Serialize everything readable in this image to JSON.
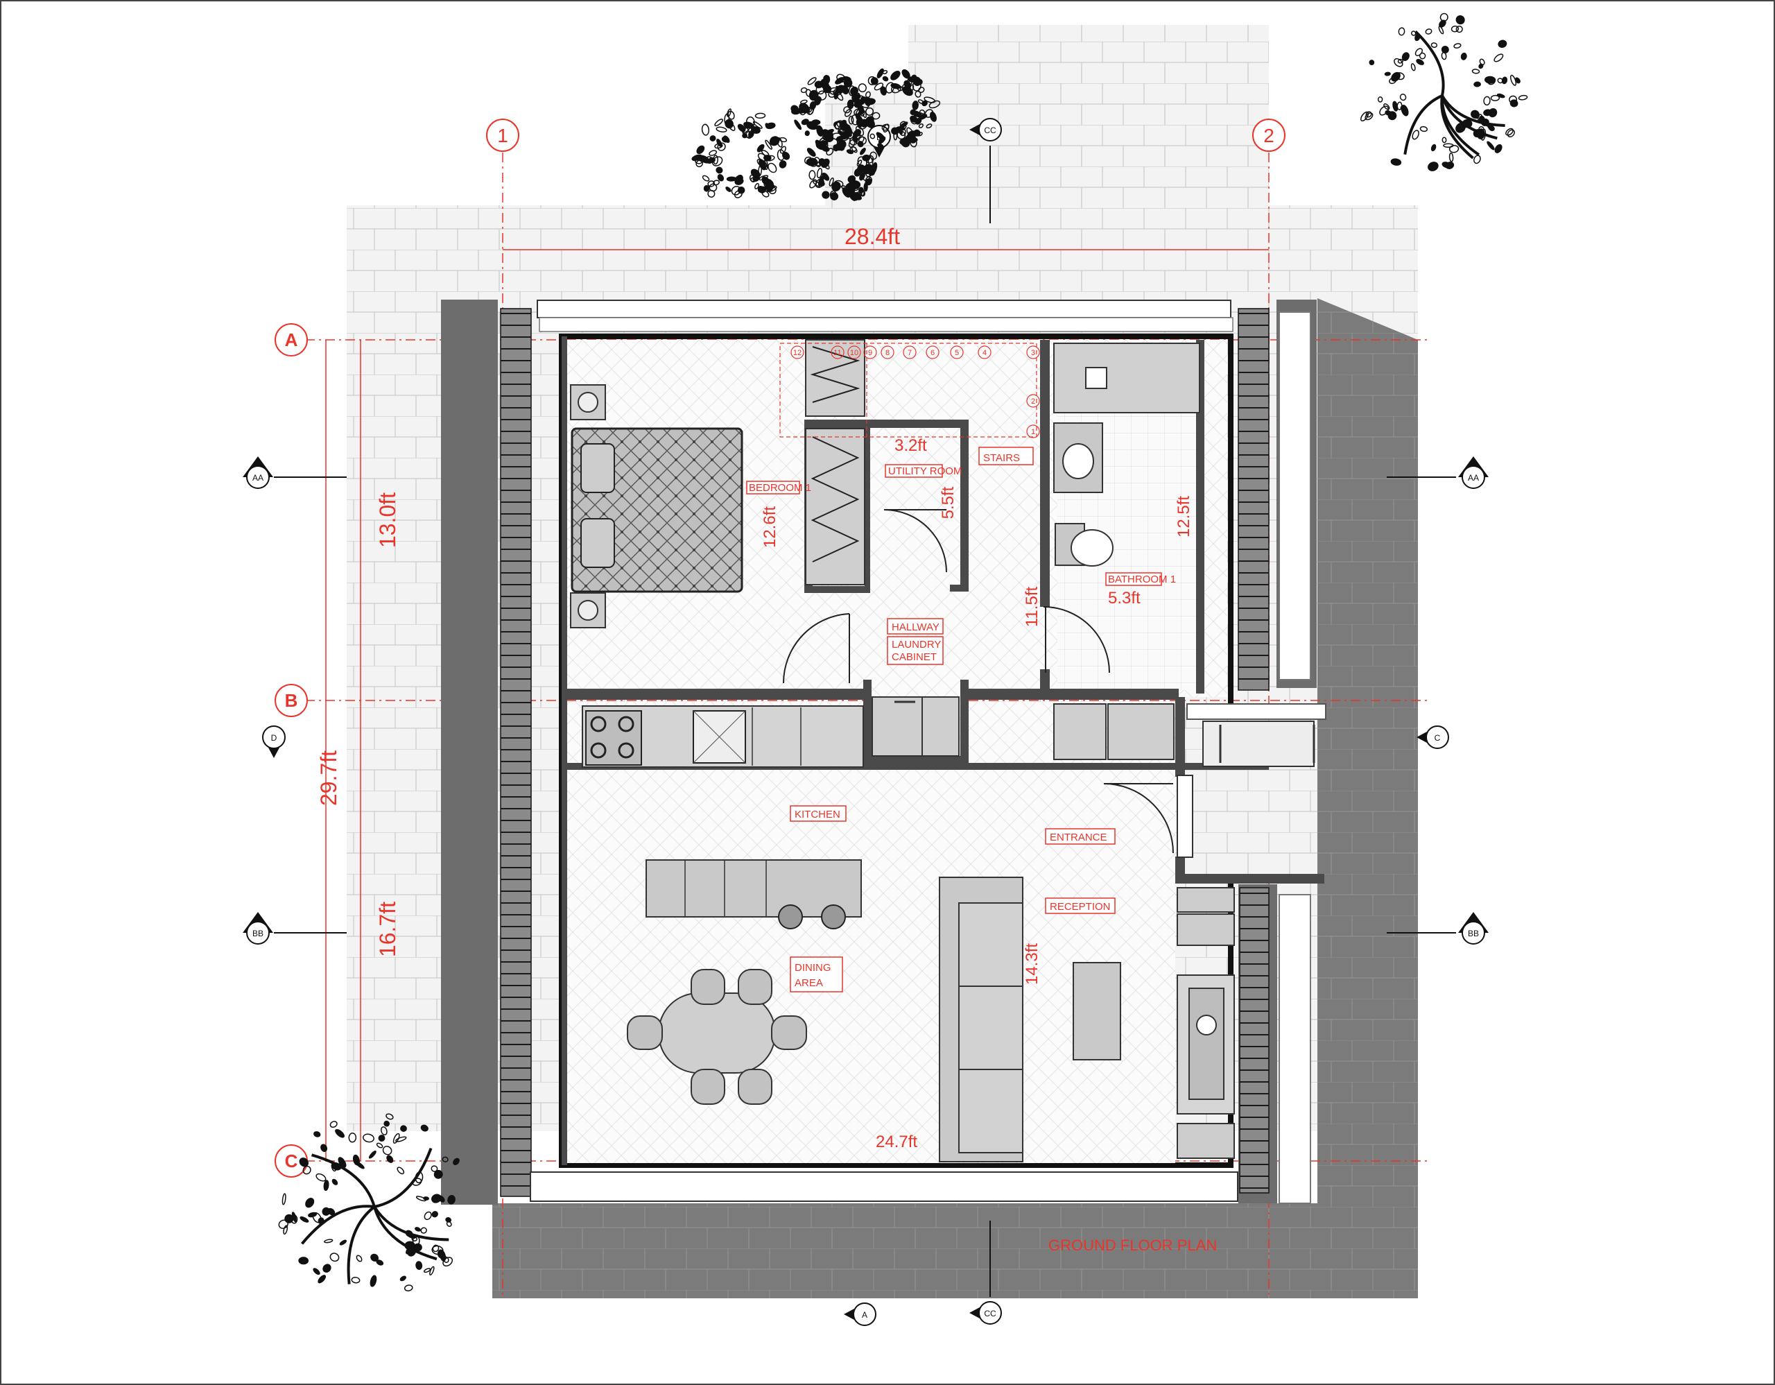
{
  "grid": {
    "columns": [
      "1",
      "2"
    ],
    "rows": [
      "A",
      "B",
      "C"
    ]
  },
  "dimensions": {
    "overall_width": "28.4ft",
    "overall_depth": "29.7ft",
    "front_depth": "13.0ft",
    "rear_depth": "16.7ft",
    "utility_width": "3.2ft",
    "utility_depth": "5.5ft",
    "bedroom_depth": "12.6ft",
    "bathroom_depth": "12.5ft",
    "bathroom_width": "5.3ft",
    "hall_depth": "11.5ft",
    "living_depth": "14.3ft",
    "living_width": "24.7ft"
  },
  "rooms": {
    "bedroom": "BEDROOM 1",
    "utility": "UTILITY ROOM",
    "stairs": "STAIRS",
    "bathroom": "BATHROOM 1",
    "hallway": "HALLWAY",
    "laundry_1": "LAUNDRY",
    "laundry_2": "CABINET",
    "kitchen": "KITCHEN",
    "entrance": "ENTRANCE",
    "reception": "RECEPTION",
    "dining_1": "DINING",
    "dining_2": "AREA"
  },
  "section_markers": {
    "aa": "AA",
    "bb": "BB",
    "cc": "CC",
    "a": "A",
    "b": "B",
    "c": "C",
    "d": "D"
  },
  "stair_steps": [
    "1",
    "2",
    "3",
    "4",
    "5",
    "6",
    "7",
    "8",
    "9",
    "10",
    "11",
    "12"
  ],
  "plan_title": "GROUND FLOOR PLAN",
  "colors": {
    "annotation": "#e8352b",
    "wall": "#4a4a4a",
    "paving": "#f0f0f0",
    "shadow": "#7a7a7a"
  }
}
